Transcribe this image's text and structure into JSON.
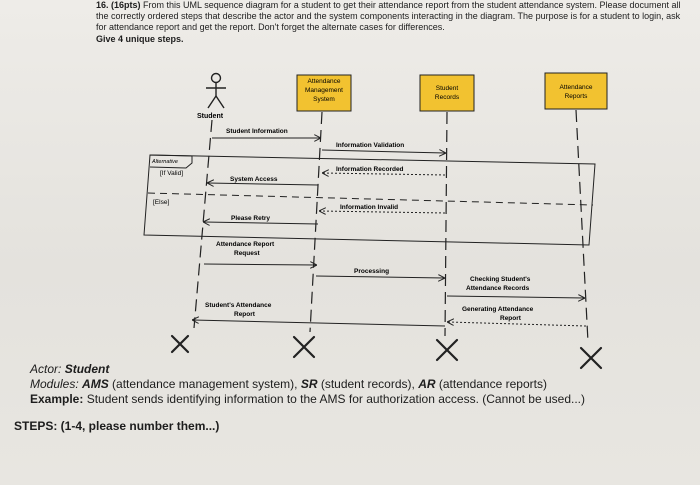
{
  "question": {
    "number_label": "16. (16pts)",
    "text": "From this UML sequence diagram for a student to get their attendance report from the student attendance system. Please document all the correctly ordered steps that describe the actor and the system components interacting in the diagram. The purpose is for a student to login, ask for attendance report and get the report. Don't forget the alternate cases for differences.",
    "give_steps": "Give 4 unique steps."
  },
  "diagram": {
    "actor": "Student",
    "components": [
      "Attendance Management System",
      "Student Records",
      "Attendance Reports"
    ],
    "fragment": {
      "label": "Alternative",
      "guard_if": "[If Valid]",
      "guard_else": "[Else]"
    },
    "messages": {
      "student_information": "Student Information",
      "information_validation": "Information Validation",
      "information_recorded": "Information Recorded",
      "system_access": "System Access",
      "information_invalid": "Information Invalid",
      "please_retry": "Please Retry",
      "attendance_report_request": "Attendance Report Request",
      "processing": "Processing",
      "checking_records": "Checking Student's Attendance Records",
      "generating_report": "Generating Attendance Report",
      "students_attendance_report": "Student's Attendance Report"
    }
  },
  "footer": {
    "actor_label": "Actor:",
    "actor_value": "Student",
    "modules_label": "Modules:",
    "modules_text_1": "AMS",
    "modules_text_2": " (attendance management system), ",
    "modules_text_3": "SR",
    "modules_text_4": " (student records), ",
    "modules_text_5": "AR",
    "modules_text_6": " (attendance reports)",
    "example_label": "Example:",
    "example_text": "Student sends identifying information to the AMS for authorization access. (Cannot be used...)",
    "steps_label": "STEPS: (1-4, please number them...)"
  },
  "colors": {
    "box_fill": "#f2c230",
    "box_stroke": "#222222",
    "line": "#222222"
  }
}
